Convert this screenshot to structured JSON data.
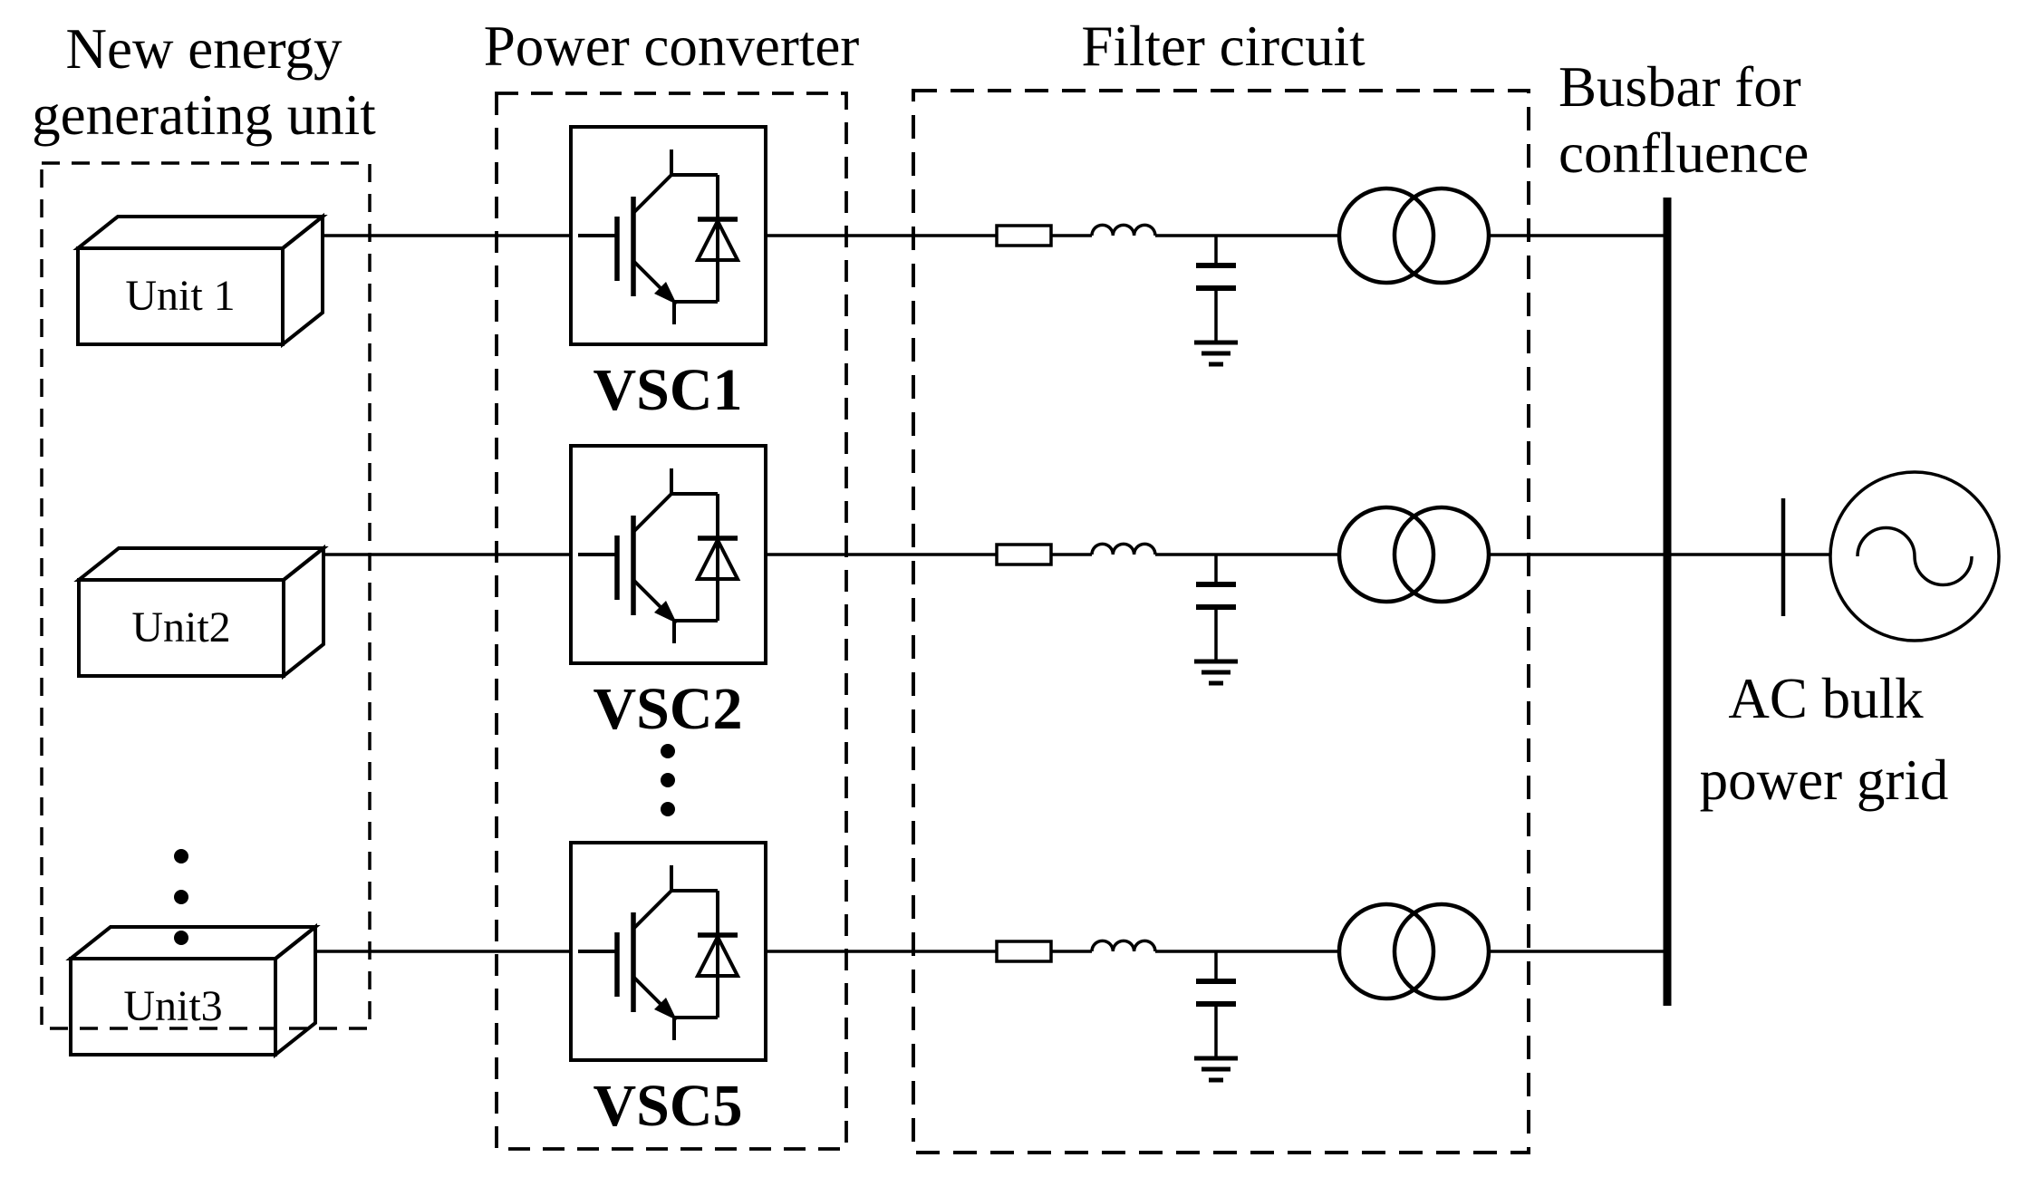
{
  "groups": {
    "generator": {
      "label_line1": "New energy",
      "label_line2": "generating unit"
    },
    "converter": {
      "label": "Power converter"
    },
    "filter": {
      "label": "Filter circuit"
    }
  },
  "units": [
    {
      "label": "Unit 1"
    },
    {
      "label": "Unit2"
    },
    {
      "label": "Unit3"
    }
  ],
  "converters": [
    {
      "label": "VSC1"
    },
    {
      "label": "VSC2"
    },
    {
      "label": "VSC5"
    }
  ],
  "busbar": {
    "label_line1": "Busbar for",
    "label_line2": "confluence"
  },
  "grid": {
    "label_line1": "AC bulk",
    "label_line2": "power grid"
  },
  "icons": {
    "converter_symbol": "igbt-with-antiparallel-diode",
    "filter_series": [
      "resistor",
      "inductor"
    ],
    "filter_shunt": [
      "capacitor",
      "ground"
    ],
    "coupling": "two-winding-transformer",
    "grid_source": "ac-source-circle-sine",
    "busbar": "thick-vertical-bar",
    "ellipsis": "vertical-dots"
  },
  "colors": {
    "unit_fill": "#cfe9f0",
    "converter_fill": "#fdeccb",
    "stroke": "#000000",
    "background": "#ffffff"
  }
}
